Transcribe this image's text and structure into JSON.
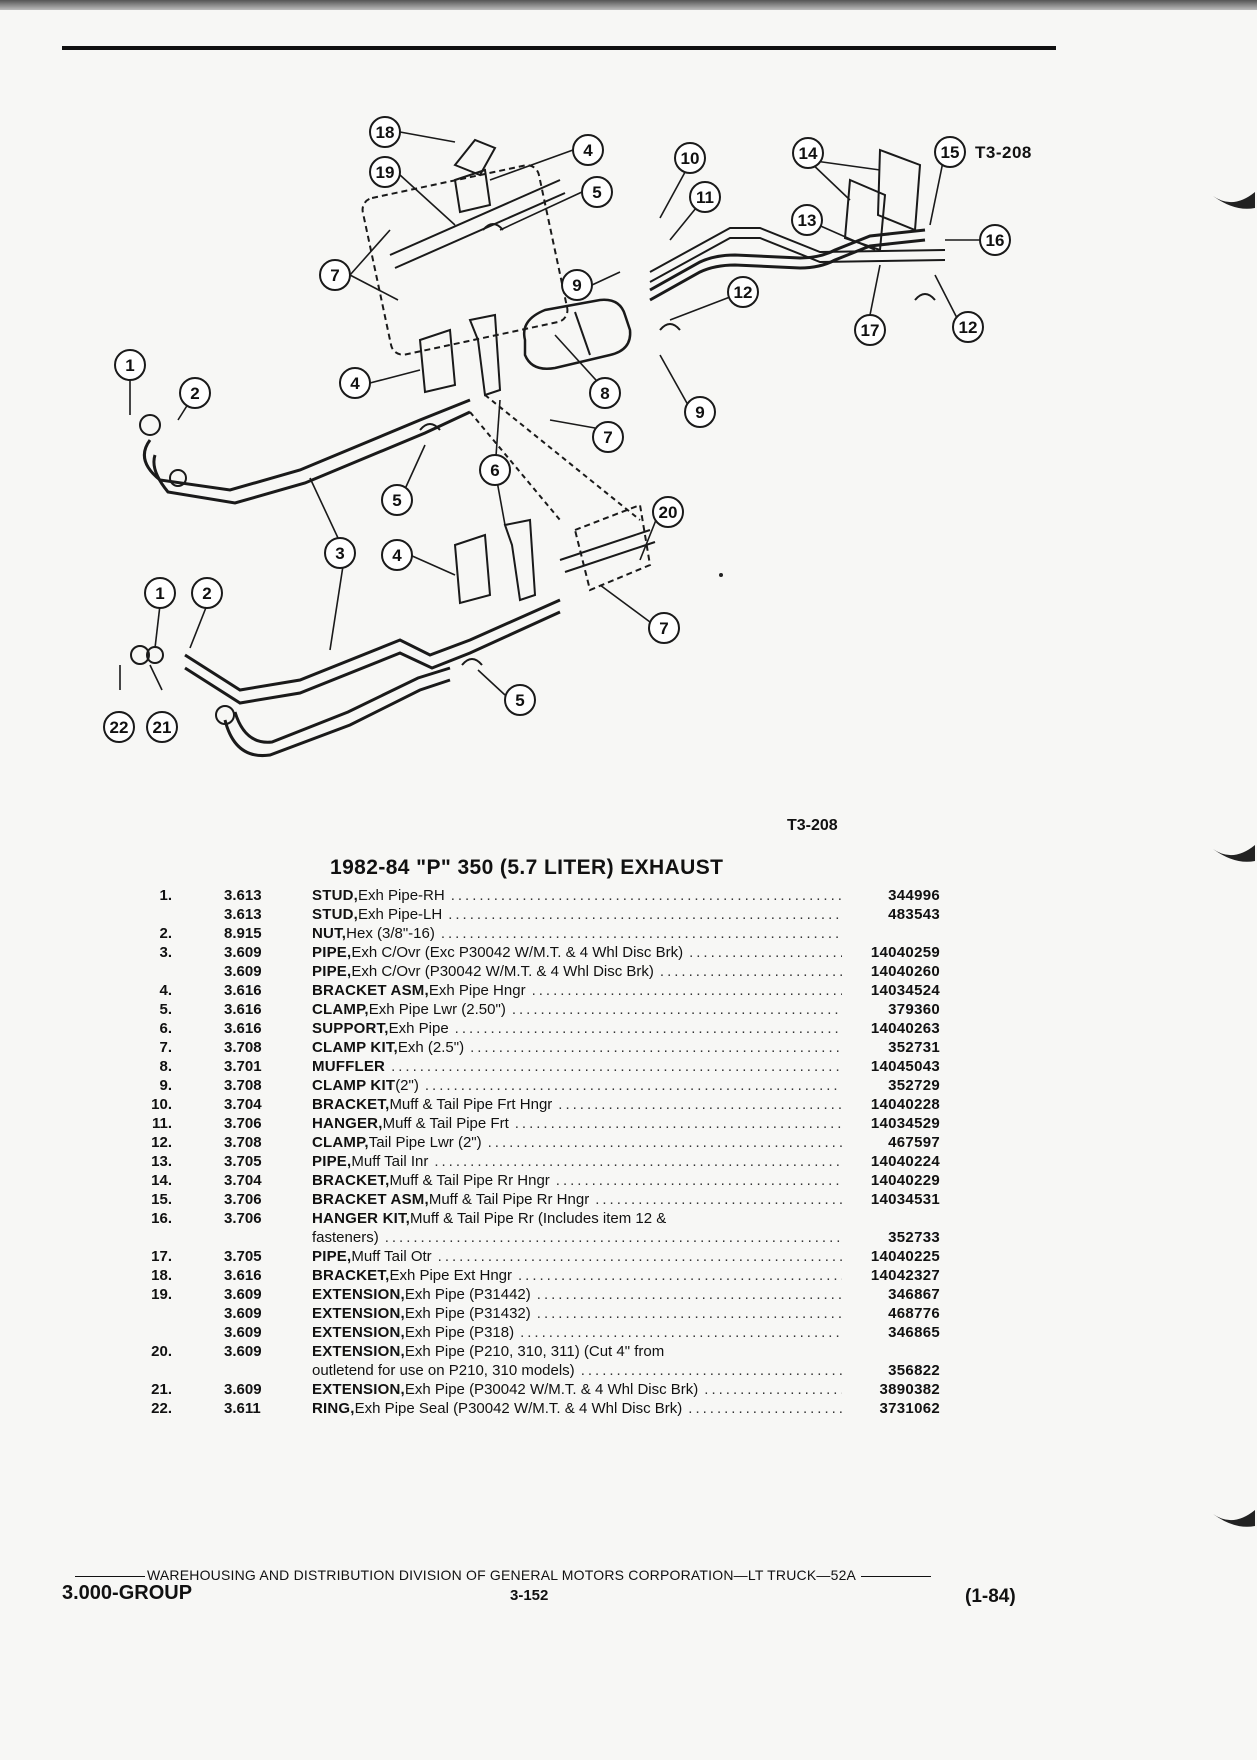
{
  "diagram": {
    "code_top": "T3-208",
    "code_bottom": "T3-208",
    "callouts": [
      "1",
      "2",
      "3",
      "4",
      "5",
      "6",
      "7",
      "8",
      "9",
      "10",
      "11",
      "12",
      "13",
      "14",
      "15",
      "16",
      "17",
      "18",
      "19",
      "20",
      "21",
      "22"
    ]
  },
  "section": {
    "title": "1982-84 \"P\" 350 (5.7 LITER) EXHAUST"
  },
  "parts": [
    {
      "item": "1.",
      "group": "3.613",
      "name": "STUD,",
      "desc": " Exh Pipe-RH",
      "part": "344996"
    },
    {
      "item": "",
      "group": "3.613",
      "name": "STUD,",
      "desc": " Exh Pipe-LH",
      "part": "483543"
    },
    {
      "item": "2.",
      "group": "8.915",
      "name": "NUT,",
      "desc": " Hex (3/8\"-16)",
      "part": ""
    },
    {
      "item": "3.",
      "group": "3.609",
      "name": "PIPE,",
      "desc": " Exh C/Ovr (Exc P30042 W/M.T. & 4 Whl Disc Brk)",
      "part": "14040259"
    },
    {
      "item": "",
      "group": "3.609",
      "name": "PIPE,",
      "desc": " Exh C/Ovr (P30042 W/M.T. & 4 Whl Disc Brk)",
      "part": "14040260"
    },
    {
      "item": "4.",
      "group": "3.616",
      "name": "BRACKET ASM,",
      "desc": " Exh Pipe Hngr",
      "part": "14034524"
    },
    {
      "item": "5.",
      "group": "3.616",
      "name": "CLAMP,",
      "desc": " Exh Pipe Lwr (2.50\")",
      "part": "379360"
    },
    {
      "item": "6.",
      "group": "3.616",
      "name": "SUPPORT,",
      "desc": " Exh Pipe",
      "part": "14040263"
    },
    {
      "item": "7.",
      "group": "3.708",
      "name": "CLAMP KIT,",
      "desc": " Exh (2.5\")",
      "part": "352731"
    },
    {
      "item": "8.",
      "group": "3.701",
      "name": "MUFFLER",
      "desc": "",
      "part": "14045043"
    },
    {
      "item": "9.",
      "group": "3.708",
      "name": "CLAMP KIT",
      "desc": " (2\")",
      "part": "352729"
    },
    {
      "item": "10.",
      "group": "3.704",
      "name": "BRACKET,",
      "desc": " Muff & Tail Pipe Frt Hngr",
      "part": "14040228"
    },
    {
      "item": "11.",
      "group": "3.706",
      "name": "HANGER,",
      "desc": " Muff & Tail Pipe Frt",
      "part": "14034529"
    },
    {
      "item": "12.",
      "group": "3.708",
      "name": "CLAMP,",
      "desc": " Tail Pipe Lwr (2\")",
      "part": "467597"
    },
    {
      "item": "13.",
      "group": "3.705",
      "name": "PIPE,",
      "desc": " Muff Tail Inr",
      "part": "14040224"
    },
    {
      "item": "14.",
      "group": "3.704",
      "name": "BRACKET,",
      "desc": " Muff & Tail Pipe Rr Hngr",
      "part": "14040229"
    },
    {
      "item": "15.",
      "group": "3.706",
      "name": "BRACKET ASM,",
      "desc": " Muff & Tail Pipe Rr Hngr",
      "part": "14034531"
    },
    {
      "item": "16.",
      "group": "3.706",
      "name": "HANGER KIT,",
      "desc": " Muff & Tail Pipe Rr (Includes item 12 &",
      "part": "",
      "nolead": true
    },
    {
      "item": "",
      "group": "",
      "name": "",
      "desc": "fasteners)",
      "part": "352733"
    },
    {
      "item": "17.",
      "group": "3.705",
      "name": "PIPE,",
      "desc": " Muff Tail Otr",
      "part": "14040225"
    },
    {
      "item": "18.",
      "group": "3.616",
      "name": "BRACKET,",
      "desc": " Exh Pipe Ext Hngr",
      "part": "14042327"
    },
    {
      "item": "19.",
      "group": "3.609",
      "name": "EXTENSION,",
      "desc": " Exh Pipe (P31442)",
      "part": "346867"
    },
    {
      "item": "",
      "group": "3.609",
      "name": "EXTENSION,",
      "desc": " Exh Pipe (P31432)",
      "part": "468776"
    },
    {
      "item": "",
      "group": "3.609",
      "name": "EXTENSION,",
      "desc": " Exh Pipe (P318)",
      "part": "346865"
    },
    {
      "item": "20.",
      "group": "3.609",
      "name": "EXTENSION,",
      "desc": " Exh Pipe (P210, 310, 311) (Cut 4\" from",
      "part": "",
      "nolead": true
    },
    {
      "item": "",
      "group": "",
      "name": "",
      "desc": "outletend for use on P210, 310 models)",
      "part": "356822"
    },
    {
      "item": "21.",
      "group": "3.609",
      "name": "EXTENSION,",
      "desc": " Exh Pipe (P30042 W/M.T. & 4 Whl Disc Brk)",
      "part": "3890382"
    },
    {
      "item": "22.",
      "group": "3.611",
      "name": "RING,",
      "desc": " Exh Pipe Seal (P30042 W/M.T. & 4 Whl Disc Brk)",
      "part": "3731062"
    }
  ],
  "footer": {
    "line": "WAREHOUSING AND DISTRIBUTION DIVISION OF GENERAL MOTORS CORPORATION—LT TRUCK—52A",
    "group": "3.000-GROUP",
    "page": "3-152",
    "date": "(1-84)"
  }
}
